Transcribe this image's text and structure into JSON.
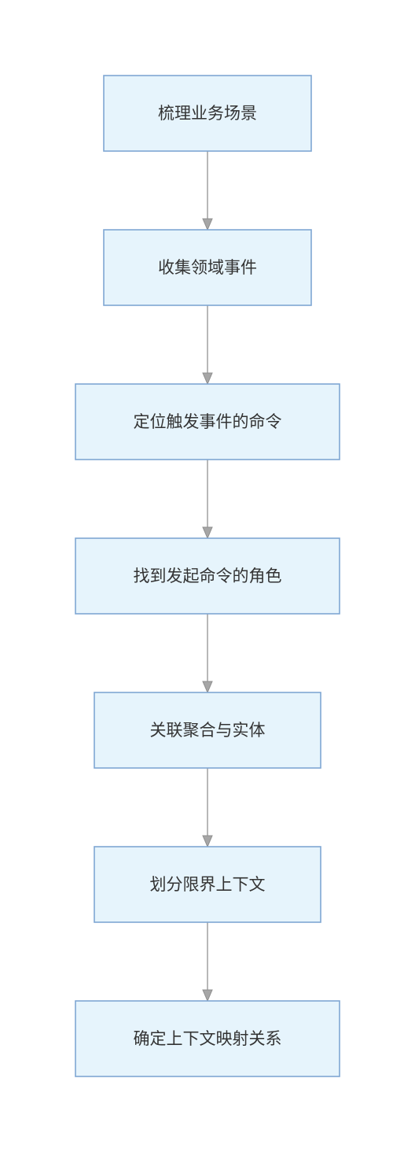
{
  "diagram": {
    "type": "vertical-flowchart",
    "colors": {
      "node_fill": "#e6f4fc",
      "node_border": "#7fa7d3",
      "text": "#333333",
      "arrow": "#a6a6a6"
    },
    "steps": [
      "梳理业务场景",
      "收集领域事件",
      "定位触发事件的命令",
      "找到发起命令的角色",
      "关联聚合与实体",
      "划分限界上下文",
      "确定上下文映射关系"
    ],
    "edges": [
      {
        "from": 0,
        "to": 1
      },
      {
        "from": 1,
        "to": 2
      },
      {
        "from": 2,
        "to": 3
      },
      {
        "from": 3,
        "to": 4
      },
      {
        "from": 4,
        "to": 5
      },
      {
        "from": 5,
        "to": 6
      }
    ]
  }
}
